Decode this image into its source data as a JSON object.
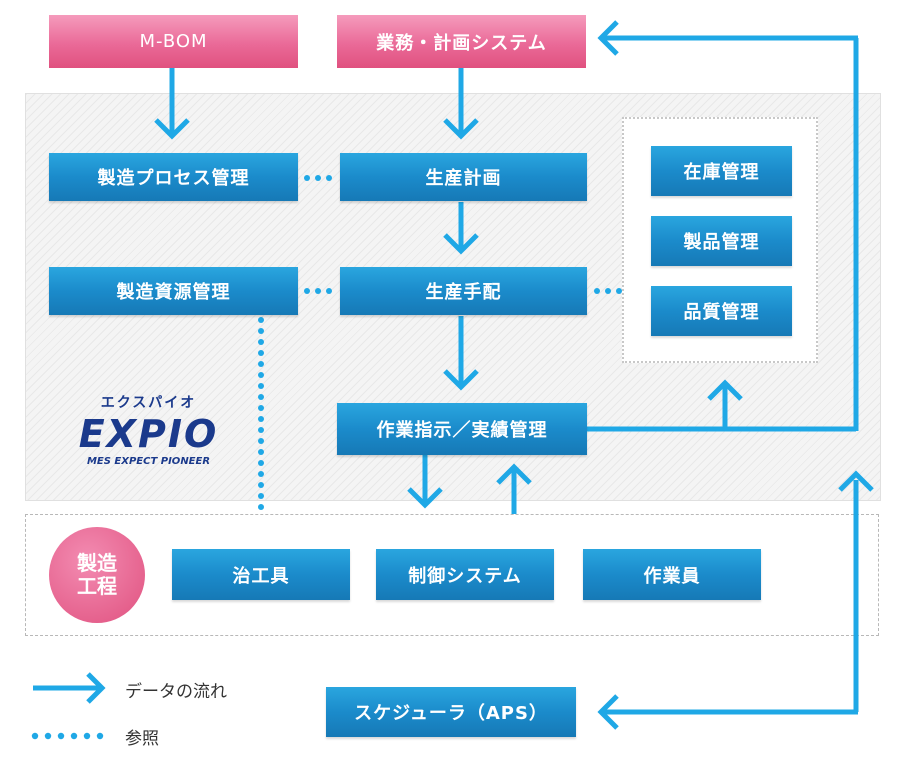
{
  "top": {
    "mbom": "M-BOM",
    "business_system": "業務・計画システム"
  },
  "core": {
    "process_mgmt": "製造プロセス管理",
    "production_plan": "生産計画",
    "resource_mgmt": "製造資源管理",
    "production_arrange": "生産手配",
    "work_instruction": "作業指示／実績管理"
  },
  "side": {
    "inventory": "在庫管理",
    "product": "製品管理",
    "quality": "品質管理"
  },
  "logo": {
    "kana": "エクスパイオ",
    "name": "EXPIO",
    "tagline": "MES EXPECT PIONEER"
  },
  "process": {
    "label_line1": "製造",
    "label_line2": "工程",
    "jig": "治工具",
    "control": "制御システム",
    "worker": "作業員"
  },
  "scheduler": "スケジューラ（APS）",
  "legend": {
    "flow": "データの流れ",
    "reference": "参照"
  },
  "colors": {
    "arrow": "#1fa8e6",
    "box_blue": "#1b8bcb",
    "box_pink": "#ea6a98",
    "logo": "#1b3a8c"
  }
}
